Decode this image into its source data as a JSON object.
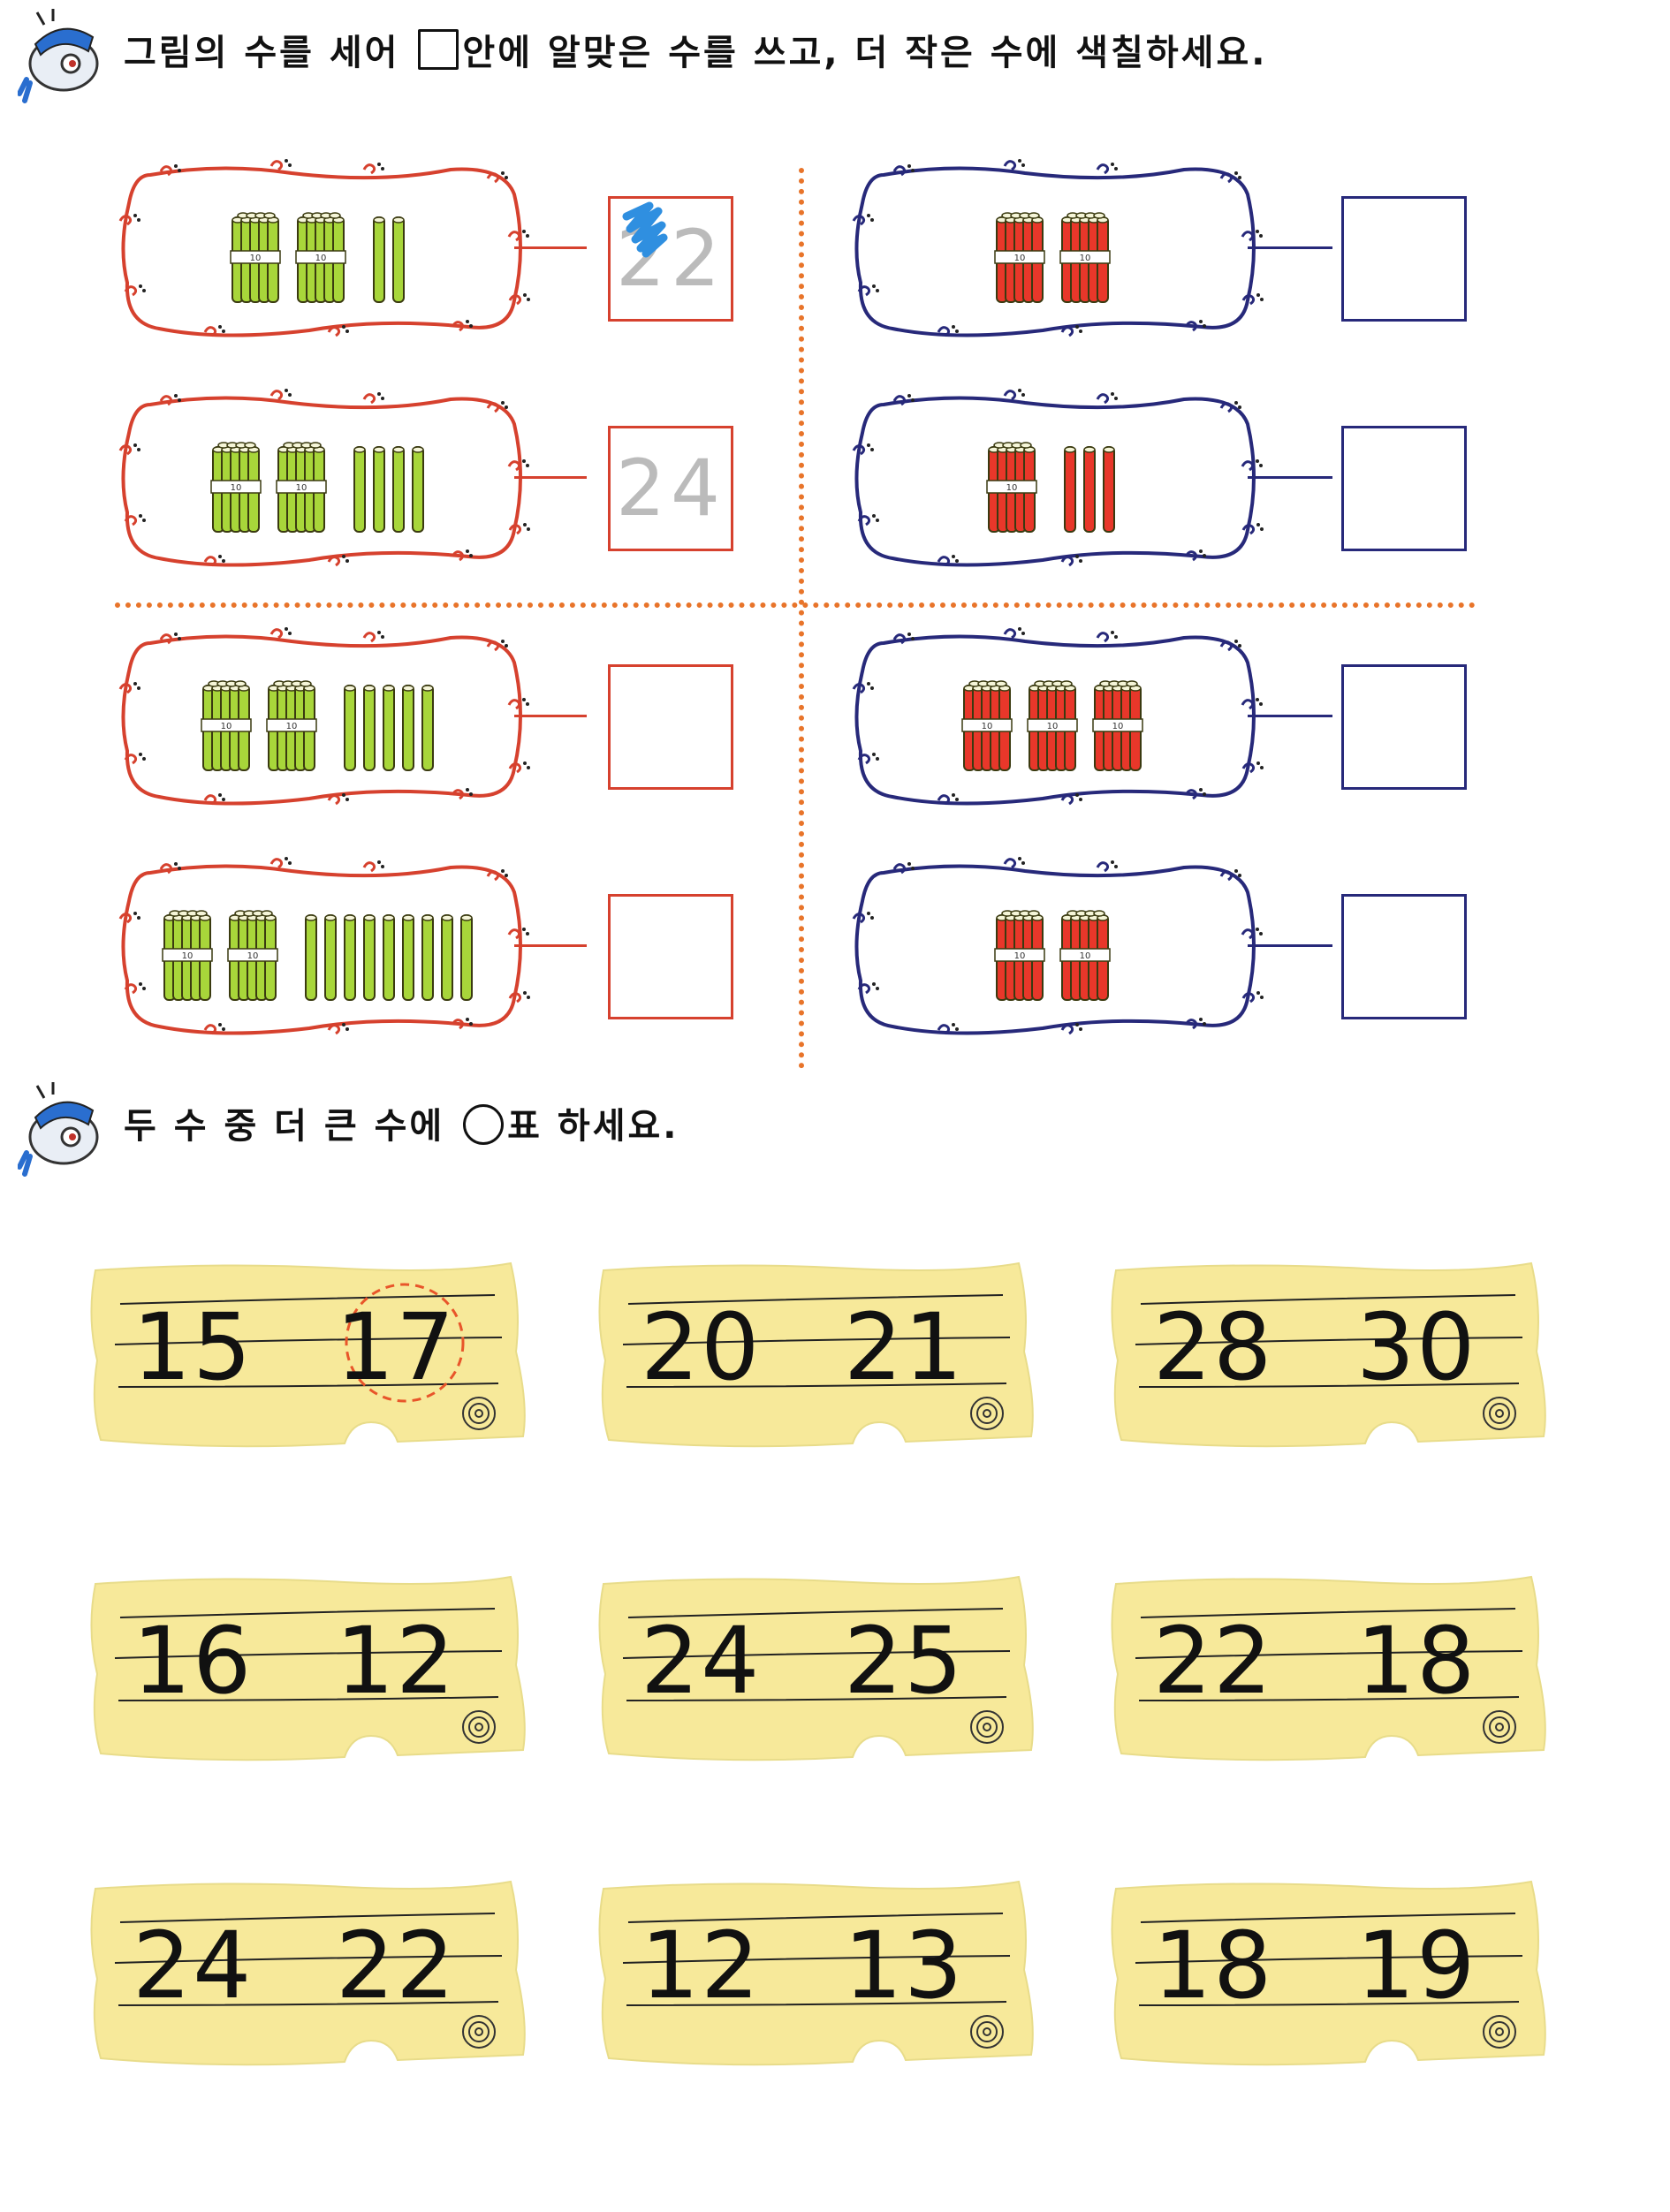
{
  "instructions": {
    "first_before": "그림의 수를 세어",
    "first_after": "안에 알맞은 수를 쓰고, 더 작은 수에 색칠하세요.",
    "second_before": "두 수 중 더 큰 수에",
    "second_after": "표 하세요."
  },
  "count_problems": [
    {
      "color": "green",
      "bundles": 2,
      "singles": 2,
      "answer": "22",
      "answer_style": "example-colored"
    },
    {
      "color": "green",
      "bundles": 2,
      "singles": 4,
      "answer": "24",
      "answer_style": "example-traced"
    },
    {
      "color": "green",
      "bundles": 2,
      "singles": 5,
      "answer": "",
      "answer_style": "empty"
    },
    {
      "color": "green",
      "bundles": 2,
      "singles": 9,
      "answer": "",
      "answer_style": "empty"
    },
    {
      "color": "red",
      "bundles": 2,
      "singles": 0,
      "answer": "",
      "answer_style": "empty"
    },
    {
      "color": "red",
      "bundles": 1,
      "singles": 3,
      "answer": "",
      "answer_style": "empty"
    },
    {
      "color": "red",
      "bundles": 3,
      "singles": 0,
      "answer": "",
      "answer_style": "empty"
    },
    {
      "color": "red",
      "bundles": 2,
      "singles": 0,
      "answer": "",
      "answer_style": "empty"
    }
  ],
  "bundle_label": "10",
  "compare_pairs": [
    {
      "left": "15",
      "right": "17",
      "circled": "right"
    },
    {
      "left": "20",
      "right": "21",
      "circled": ""
    },
    {
      "left": "28",
      "right": "30",
      "circled": ""
    },
    {
      "left": "16",
      "right": "12",
      "circled": ""
    },
    {
      "left": "24",
      "right": "25",
      "circled": ""
    },
    {
      "left": "22",
      "right": "18",
      "circled": ""
    },
    {
      "left": "24",
      "right": "22",
      "circled": ""
    },
    {
      "left": "12",
      "right": "13",
      "circled": ""
    },
    {
      "left": "18",
      "right": "19",
      "circled": ""
    }
  ],
  "colors": {
    "green_stick": "#a8d63a",
    "red_stick": "#e8372a",
    "red_frame": "#d6412e",
    "blue_frame": "#27297a",
    "divider": "#e8742a",
    "scroll_fill": "#f7e99a",
    "example_scribble": "#2f8fe0",
    "example_circle": "#e8552a"
  }
}
